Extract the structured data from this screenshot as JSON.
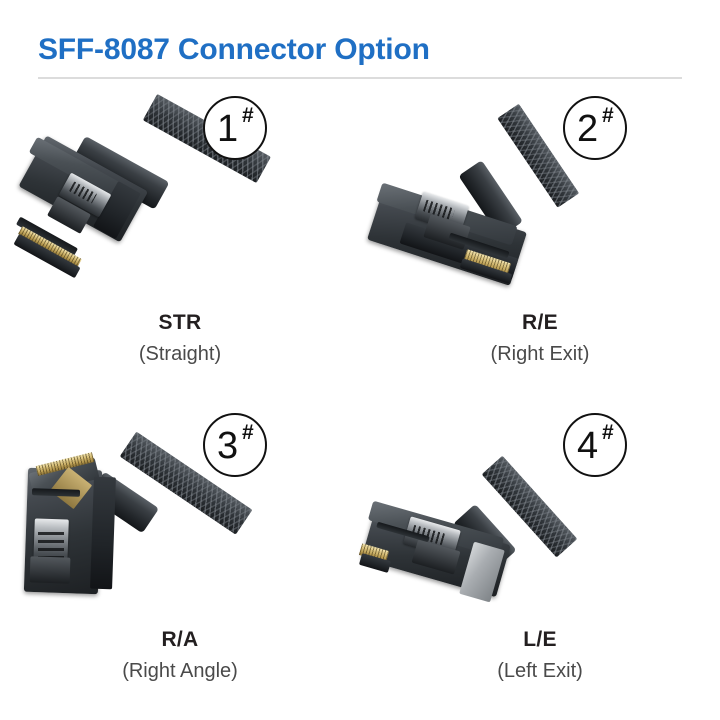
{
  "header": {
    "title": "SFF-8087 Connector Option",
    "title_color": "#1f6fc4",
    "divider_color": "#dcdcdc"
  },
  "options": [
    {
      "badge_number": "1",
      "badge_suffix": "#",
      "code": "STR",
      "description": "(Straight)",
      "image_alt": "sff-8087-straight-connector"
    },
    {
      "badge_number": "2",
      "badge_suffix": "#",
      "code": "R/E",
      "description": "(Right Exit)",
      "image_alt": "sff-8087-right-exit-connector"
    },
    {
      "badge_number": "3",
      "badge_suffix": "#",
      "code": "R/A",
      "description": "(Right Angle)",
      "image_alt": "sff-8087-right-angle-connector"
    },
    {
      "badge_number": "4",
      "badge_suffix": "#",
      "code": "L/E",
      "description": "(Left Exit)",
      "image_alt": "sff-8087-left-exit-connector"
    }
  ],
  "palette": {
    "background": "#ffffff",
    "connector_body": "#2e3337",
    "cable_braid": "#2b2f34",
    "latch_metal": "#b9bdc1",
    "gold_contacts": "#d8c07a",
    "caption_code": "#231f20",
    "caption_desc": "#4a4a4a",
    "badge_outline": "#111111"
  }
}
